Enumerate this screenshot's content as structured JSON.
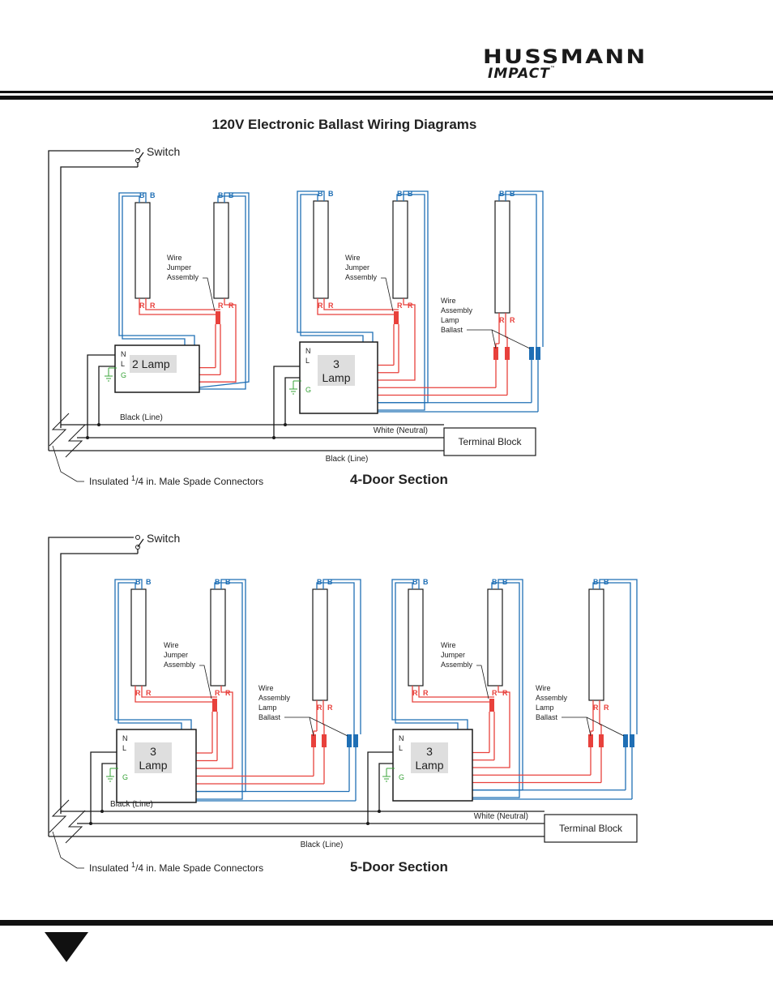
{
  "brand": {
    "name": "HUSSMANN",
    "sub": "IMPACT",
    "tm": "™"
  },
  "title": "120V Electronic Ballast Wiring Diagrams",
  "labels": {
    "switch": "Switch",
    "wire_jumper": [
      "Wire",
      "Jumper",
      "Assembly"
    ],
    "wire_assembly": [
      "Wire",
      "Assembly",
      "Lamp",
      "Ballast"
    ],
    "black_line": "Black (Line)",
    "white_neutral": "White (Neutral)",
    "terminal_block": "Terminal Block",
    "connectors_prefix": "Insulated ",
    "connectors_sup": "1",
    "connectors_suffix": "/4 in. Male Spade Connectors",
    "n": "N",
    "l": "L",
    "g": "G",
    "b": "B",
    "r": "R",
    "two_lamp": "2 Lamp",
    "three": "3",
    "lamp": "Lamp"
  },
  "sections": [
    {
      "caption": "4-Door Section"
    },
    {
      "caption": "5-Door Section"
    }
  ],
  "colors": {
    "red": "#e8413c",
    "blue": "#1f6fb5",
    "black": "#1a1a1a",
    "green": "#3aa43a",
    "box_grey": "#dedede"
  }
}
